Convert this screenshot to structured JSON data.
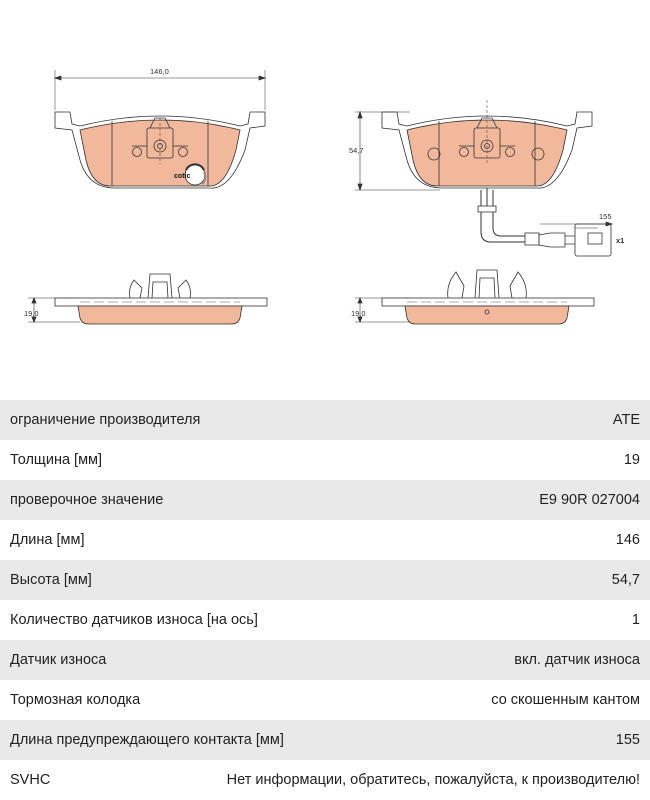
{
  "drawing": {
    "width_label": "146,0",
    "height_label": "54,7",
    "thickness_label_left": "19,0",
    "thickness_label_right": "19,0",
    "sensor_length_label": "155",
    "sensor_count_label": "x1",
    "logo_text": "cotic",
    "pad_color": "#f2b89c",
    "line_color": "#333333"
  },
  "specs": [
    {
      "label": "ограничение производителя",
      "value": "ATE"
    },
    {
      "label": "Толщина [мм]",
      "value": "19"
    },
    {
      "label": "проверочное значение",
      "value": "E9 90R 027004"
    },
    {
      "label": "Длина [мм]",
      "value": "146"
    },
    {
      "label": "Высота [мм]",
      "value": "54,7"
    },
    {
      "label": "Количество датчиков износа [на ось]",
      "value": "1"
    },
    {
      "label": "Датчик износа",
      "value": "вкл. датчик износа"
    },
    {
      "label": "Тормозная колодка",
      "value": "со скошенным кантом"
    },
    {
      "label": "Длина предупреждающего контакта [мм]",
      "value": "155"
    },
    {
      "label": "SVHC",
      "value": "Нет информации, обратитесь, пожалуйста, к производителю!"
    }
  ]
}
